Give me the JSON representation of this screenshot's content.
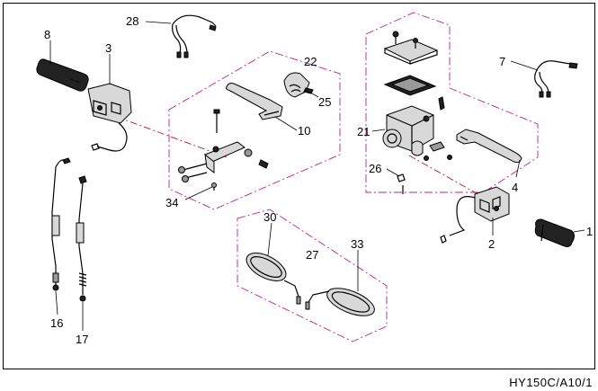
{
  "diagram": {
    "callouts": [
      "1",
      "2",
      "3",
      "4",
      "7",
      "8",
      "10",
      "16",
      "17",
      "21",
      "22",
      "25",
      "26",
      "27",
      "28",
      "30",
      "33",
      "34"
    ],
    "figure_code": "HY150C/A10/1"
  },
  "colors": {
    "boundary": "#c0208a",
    "axis": "#c8102e",
    "ink": "#000000"
  }
}
